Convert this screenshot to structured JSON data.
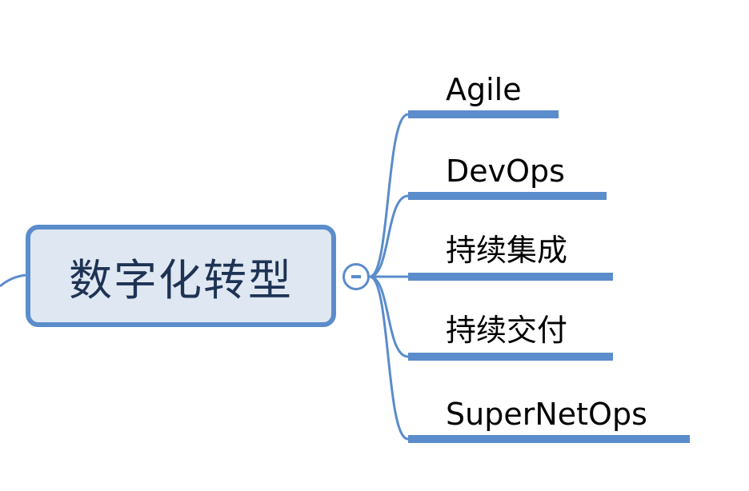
{
  "map": {
    "central_topic": "数字化转型",
    "collapse_symbol": "minus",
    "branches": [
      {
        "label": "Agile"
      },
      {
        "label": "DevOps"
      },
      {
        "label": "持续集成"
      },
      {
        "label": "持续交付"
      },
      {
        "label": "SuperNetOps"
      }
    ]
  },
  "colors": {
    "line": "#5b8ccb",
    "central_fill": "#dfe7f2",
    "central_text": "#1e3354",
    "branch_text": "#000000"
  }
}
